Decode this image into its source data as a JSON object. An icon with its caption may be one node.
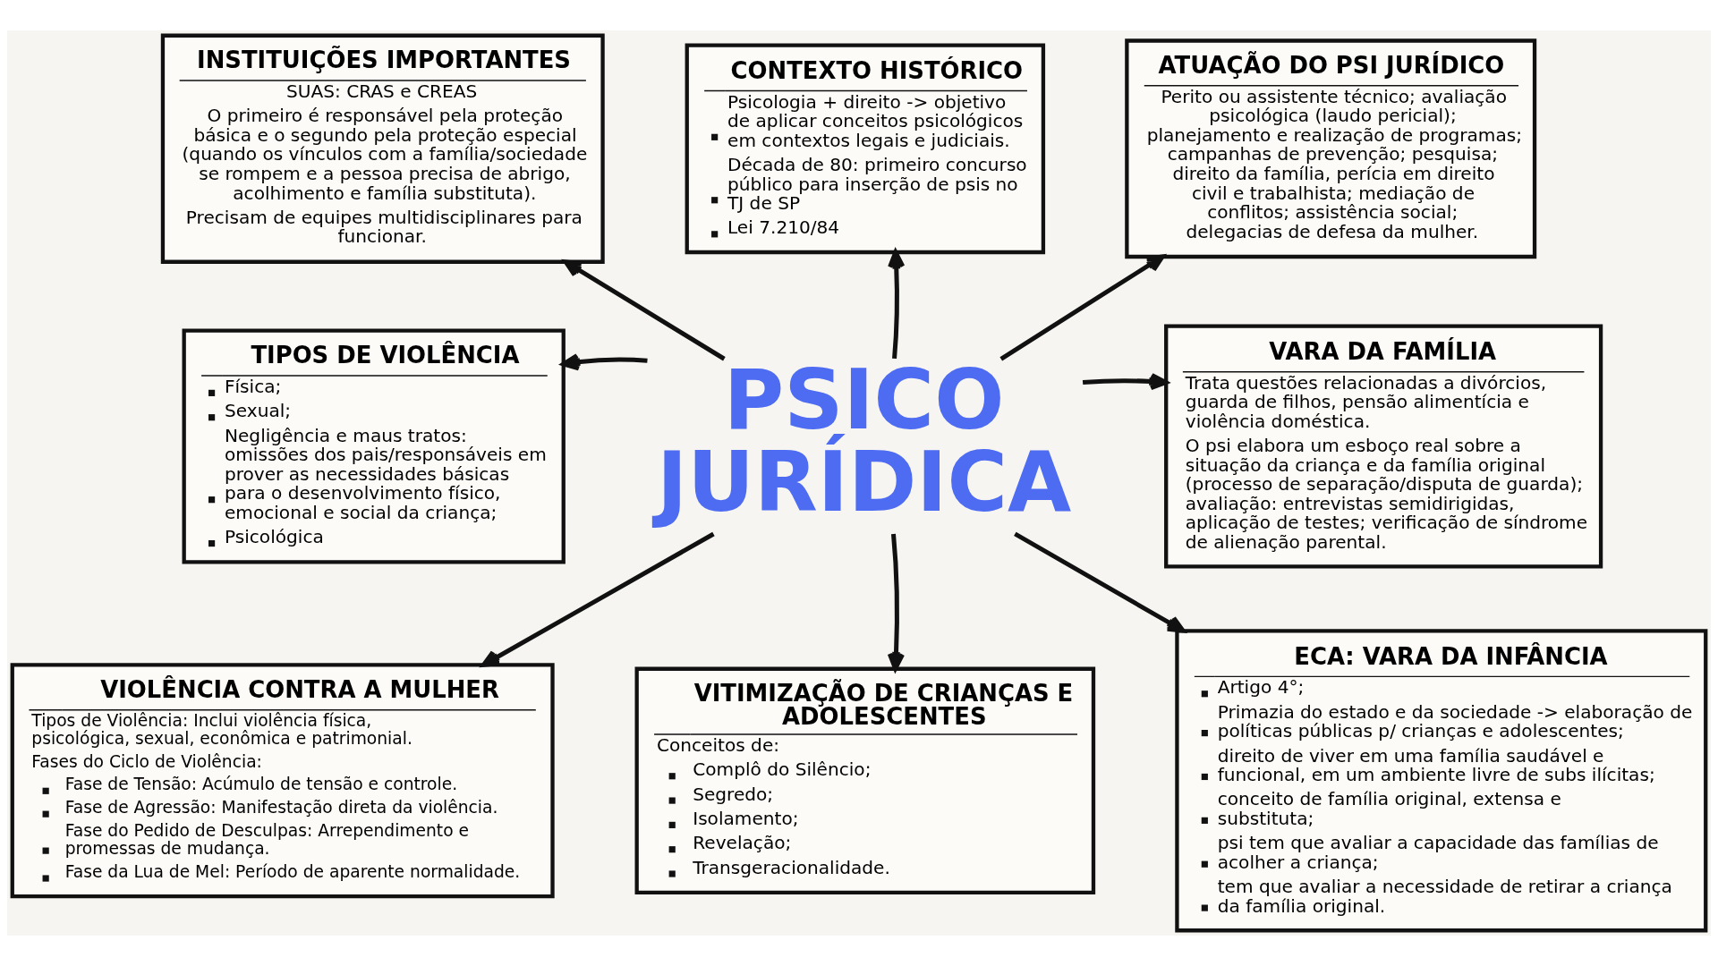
{
  "diagram": {
    "nodes": [
      {
        "text": [
          "INSTITUIÇÕES IMPORTANTES",
          "SUAS: CRAS e CREAS",
          "O primeiro é responsável pela proteção básica e o segundo pela proteção especial (quando os vínculos com a família/sociedade se rompem e a pessoa precisa de abrigo, acolhimento e família substituta).",
          "Precisam de equipes multidisciplinares para funcionar."
        ]
      },
      {
        "text": [
          "CONTEXTO HISTÓRICO",
          "Psicologia + direito -> objetivo de aplicar conceitos psicológicos em contextos legais e judiciais.",
          "Década de 80: primeiro concurso público para inserção de psis no TJ de SP",
          "Lei 7.210/84"
        ]
      },
      {
        "text": [
          "ATUAÇÃO DO PSI JURÍDICO",
          "Perito ou assistente técnico; avaliação psicológica (laudo pericial); planejamento e realização de programas; campanhas de prevenção; pesquisa; direito da família, perícia em direito civil e trabalhista; mediação de conflitos; assistência social; delegacias de defesa da mulher."
        ]
      },
      {
        "text": [
          "TIPOS DE VIOLÊNCIA",
          "Física;",
          "Sexual;",
          "Negligência e maus tratos: omissões dos pais/responsáveis em prover as necessidades básicas para o desenvolvimento físico, emocional e social da criança;",
          "Psicológica"
        ]
      },
      {
        "text": [
          "PSICO JURÍDICA"
        ]
      },
      {
        "text": [
          "VARA DA FAMÍLIA",
          "Trata questões relacionadas a divórcios, guarda de filhos, pensão alimentícia e violência doméstica.",
          "O psi elabora um esboço real sobre a situação da criança e da família original (processo de separação/disputa de guarda); avaliação: entrevistas semidirigidas, aplicação de testes; verificação de síndrome de alienação parental."
        ]
      },
      {
        "text": [
          "VIOLÊNCIA CONTRA A MULHER",
          "Tipos de Violência: Inclui violência física, psicológica, sexual, econômica e patrimonial.",
          "Fases do Ciclo de Violência:",
          "Fase de Tensão: Acúmulo de tensão e controle.",
          "Fase de Agressão: Manifestação direta da violência.",
          "Fase do Pedido de Desculpas: Arrependimento e promessas de mudança.",
          "Fase da Lua de Mel: Período de aparente normalidade."
        ]
      },
      {
        "text": [
          "VITIMIZAÇÃO DE CRIANÇAS E ADOLESCENTES",
          "Conceitos de:",
          "Complô do Silêncio;",
          "Segredo;",
          "Isolamento;",
          "Revelação;",
          "Transgeracionalidade."
        ]
      },
      {
        "text": [
          "ECA: VARA DA INFÂNCIA",
          "Artigo 4°;",
          "Primazia do estado e da sociedade -> elaboração de políticas públicas p/ crianças e adolescentes;",
          "direito de viver em uma família saudável e funcional, em um ambiente livre de subs ilícitas;",
          "conceito de família original, extensa e substituta;",
          "psi tem que avaliar a capacidade das famílias de acolher a criança;",
          "tem que avaliar a necessidade de retirar a criança da família original."
        ]
      }
    ],
    "edges": [
      {
        "from": 4,
        "to": 0,
        "arrow": "to"
      },
      {
        "from": 4,
        "to": 1,
        "arrow": "to"
      },
      {
        "from": 4,
        "to": 2,
        "arrow": "to"
      },
      {
        "from": 4,
        "to": 3,
        "arrow": "to"
      },
      {
        "from": 4,
        "to": 5,
        "arrow": "to"
      },
      {
        "from": 4,
        "to": 6,
        "arrow": "to"
      },
      {
        "from": 4,
        "to": 7,
        "arrow": "to"
      },
      {
        "from": 4,
        "to": 8,
        "arrow": "to"
      }
    ]
  }
}
